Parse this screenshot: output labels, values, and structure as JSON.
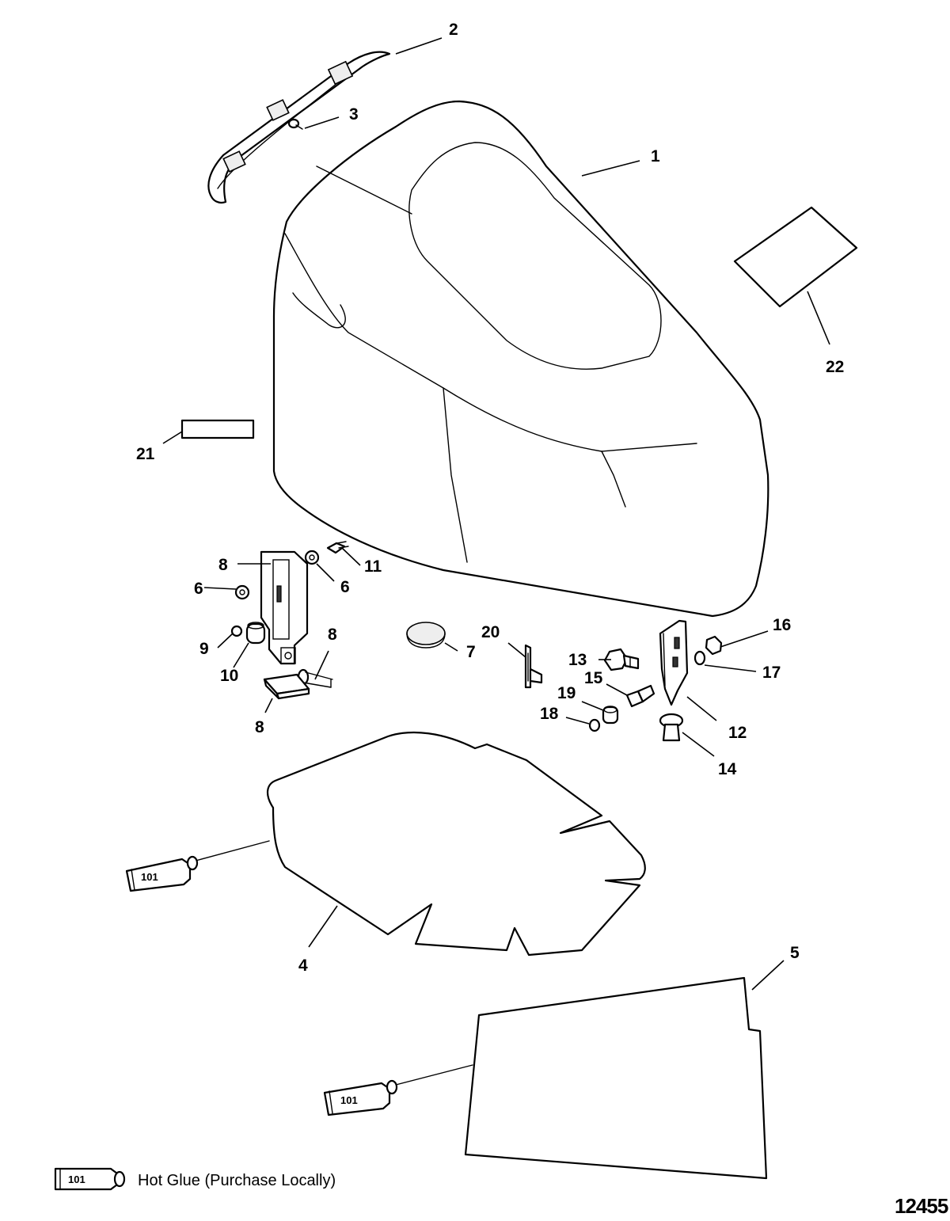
{
  "callouts": {
    "c1": "1",
    "c2": "2",
    "c3": "3",
    "c4": "4",
    "c5": "5",
    "c6a": "6",
    "c6b": "6",
    "c7": "7",
    "c8a": "8",
    "c8b": "8",
    "c8c": "8",
    "c9": "9",
    "c10": "10",
    "c11": "11",
    "c12": "12",
    "c13": "13",
    "c14": "14",
    "c15": "15",
    "c16": "16",
    "c17": "17",
    "c18": "18",
    "c19": "19",
    "c20": "20",
    "c21": "21",
    "c22": "22"
  },
  "glue_tube_label": "101",
  "legend": {
    "tube_label": "101",
    "text": "Hot Glue (Purchase Locally)"
  },
  "figure_id": "12455"
}
